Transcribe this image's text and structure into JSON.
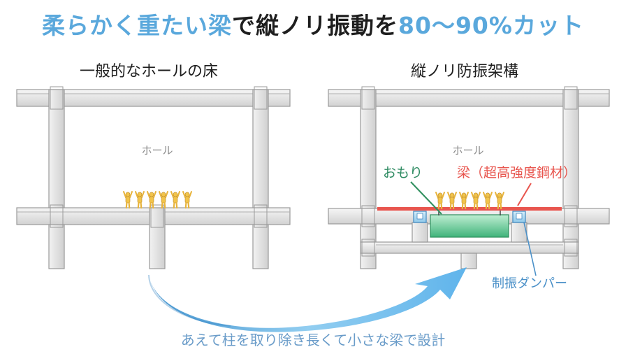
{
  "title": {
    "part1": "柔らかく重たい梁",
    "part2": "で縦ノリ振動を",
    "part3": "80〜90%カット"
  },
  "left_panel": {
    "title": "一般的なホールの床",
    "hall_label": "ホール"
  },
  "right_panel": {
    "title": "縦ノリ防振架構",
    "hall_label": "ホール",
    "weight_label": "おもり",
    "beam_label": "梁（超高強度鋼材）",
    "damper_label": "制振ダンパー"
  },
  "footer": "あえて柱を取り除き長くて小さな梁で設計",
  "colors": {
    "accent": "#5aa8dc",
    "beam": "#e8554e",
    "weight_label": "#2e8b62",
    "damper_label": "#4a90c8",
    "arrow": "#5fb0e6"
  }
}
